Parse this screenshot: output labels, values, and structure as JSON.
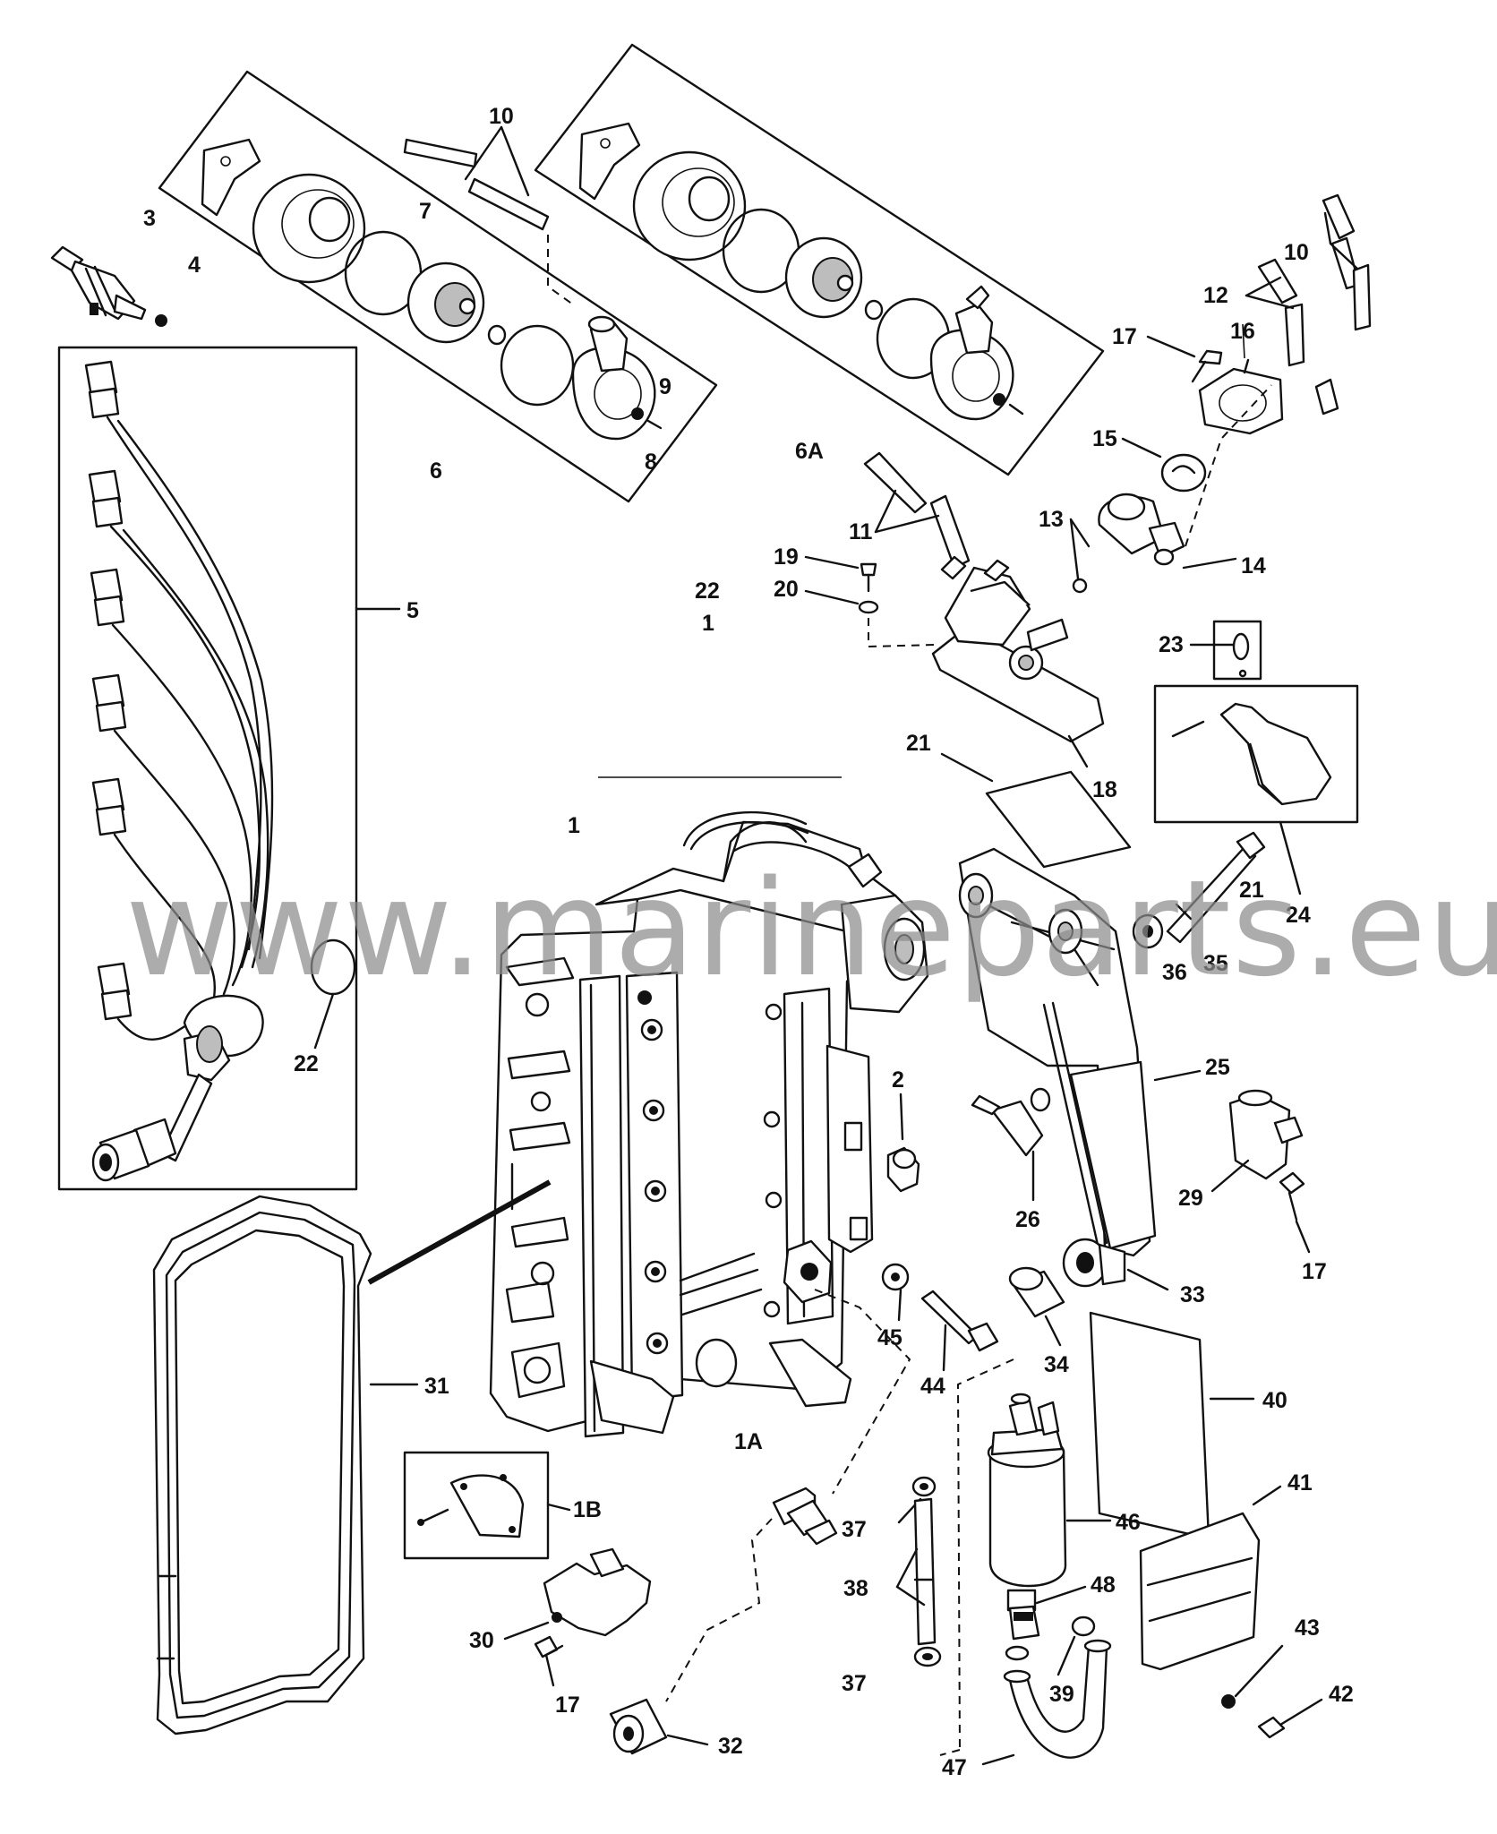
{
  "watermark": "www.marineparts.eu",
  "callouts": [
    {
      "id": "c3",
      "text": "3"
    },
    {
      "id": "c4",
      "text": "4"
    },
    {
      "id": "c5",
      "text": "5"
    },
    {
      "id": "c6",
      "text": "6"
    },
    {
      "id": "c7",
      "text": "7"
    },
    {
      "id": "c8",
      "text": "8"
    },
    {
      "id": "c9",
      "text": "9"
    },
    {
      "id": "c10a",
      "text": "10"
    },
    {
      "id": "c6a",
      "text": "6A"
    },
    {
      "id": "c10b",
      "text": "10"
    },
    {
      "id": "c12",
      "text": "12"
    },
    {
      "id": "c16",
      "text": "16"
    },
    {
      "id": "c17a",
      "text": "17"
    },
    {
      "id": "c15",
      "text": "15"
    },
    {
      "id": "c13",
      "text": "13"
    },
    {
      "id": "c14",
      "text": "14"
    },
    {
      "id": "c11",
      "text": "11"
    },
    {
      "id": "c19",
      "text": "19"
    },
    {
      "id": "c20",
      "text": "20"
    },
    {
      "id": "c22a",
      "text": "22"
    },
    {
      "id": "c1a",
      "text": "1"
    },
    {
      "id": "c23",
      "text": "23"
    },
    {
      "id": "c18",
      "text": "18"
    },
    {
      "id": "c21a",
      "text": "21"
    },
    {
      "id": "c1",
      "text": "1"
    },
    {
      "id": "c21b",
      "text": "21"
    },
    {
      "id": "c24",
      "text": "24"
    },
    {
      "id": "c36",
      "text": "36"
    },
    {
      "id": "c35",
      "text": "35"
    },
    {
      "id": "c22b",
      "text": "22"
    },
    {
      "id": "c25",
      "text": "25"
    },
    {
      "id": "c2",
      "text": "2"
    },
    {
      "id": "c26",
      "text": "26"
    },
    {
      "id": "c29",
      "text": "29"
    },
    {
      "id": "c17b",
      "text": "17"
    },
    {
      "id": "c33",
      "text": "33"
    },
    {
      "id": "c45",
      "text": "45"
    },
    {
      "id": "c44",
      "text": "44"
    },
    {
      "id": "c34",
      "text": "34"
    },
    {
      "id": "c40",
      "text": "40"
    },
    {
      "id": "c31",
      "text": "31"
    },
    {
      "id": "c1A",
      "text": "1A"
    },
    {
      "id": "c1B",
      "text": "1B"
    },
    {
      "id": "c41",
      "text": "41"
    },
    {
      "id": "c46",
      "text": "46"
    },
    {
      "id": "c37a",
      "text": "37"
    },
    {
      "id": "c38",
      "text": "38"
    },
    {
      "id": "c48",
      "text": "48"
    },
    {
      "id": "c30",
      "text": "30"
    },
    {
      "id": "c43",
      "text": "43"
    },
    {
      "id": "c42",
      "text": "42"
    },
    {
      "id": "c37b",
      "text": "37"
    },
    {
      "id": "c39",
      "text": "39"
    },
    {
      "id": "c17c",
      "text": "17"
    },
    {
      "id": "c32",
      "text": "32"
    },
    {
      "id": "c47",
      "text": "47"
    }
  ]
}
